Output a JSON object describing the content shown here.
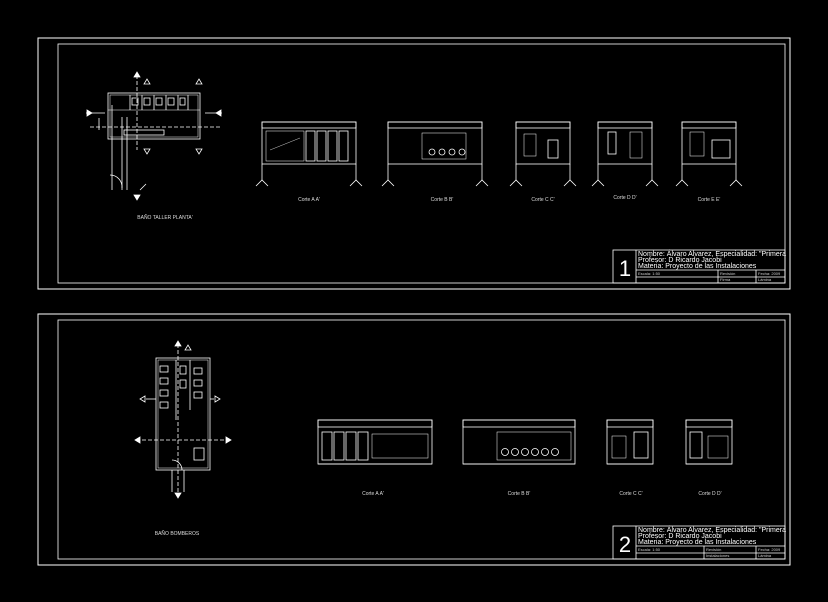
{
  "sheets": [
    {
      "number": "1",
      "plan_label": "BAÑO TALLER PLANTA'",
      "sections": [
        "Corte A A'",
        "Corte B B'",
        "Corte C C'",
        "Corte D D'",
        "Corte E E'"
      ],
      "title_block": {
        "line1": "Nombre: Álvaro Alvarez, Especialidad: \"Primera",
        "line2": "Profesor: D Ricardo Jacobi",
        "line3": "Materia: Proyecto de las Instalaciones",
        "field_a": "Escala: 1:50",
        "field_b": "Revisión",
        "field_c": "Fecha: 2009",
        "field_d": "Firma",
        "field_e": "Lámina"
      }
    },
    {
      "number": "2",
      "plan_label": "BAÑO BOMBEROS",
      "sections": [
        "Corte A A'",
        "Corte B B'",
        "Corte C C'",
        "Corte D D'"
      ],
      "title_block": {
        "line1": "Nombre: Álvaro Alvarez, Especialidad: \"Primera",
        "line2": "Profesor: D Ricardo Jacobi",
        "line3": "Materia: Proyecto de las Instalaciones",
        "field_a": "Escala: 1:50",
        "field_b": "Revisión",
        "field_c": "Fecha: 2009",
        "field_d": "Instalaciones",
        "field_e": "Lámina"
      }
    }
  ]
}
